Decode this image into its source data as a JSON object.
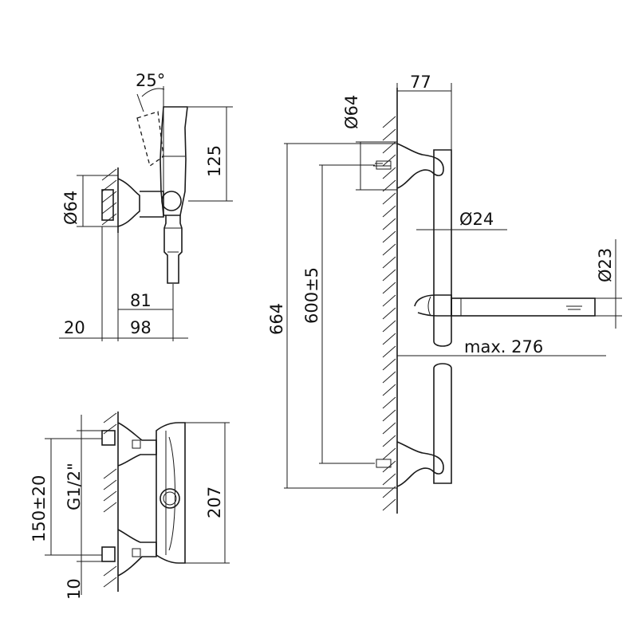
{
  "drawing": {
    "side_view": {
      "angle": "25°",
      "diameter_left": "Ø64",
      "height_top": "125",
      "depth_handle": "81",
      "wall_offset": "20",
      "depth_total": "98"
    },
    "bottom_view": {
      "center_distance": "150±20",
      "thread": "G1/2\"",
      "height": "207",
      "bottom_offset": "10"
    },
    "rail_view": {
      "diameter_bracket": "Ø64",
      "projection": "77",
      "diameter_rail": "Ø24",
      "diameter_hand_shower": "Ø23",
      "total_height": "664",
      "fixing_distance": "600±5",
      "max_reach": "max. 276"
    }
  }
}
